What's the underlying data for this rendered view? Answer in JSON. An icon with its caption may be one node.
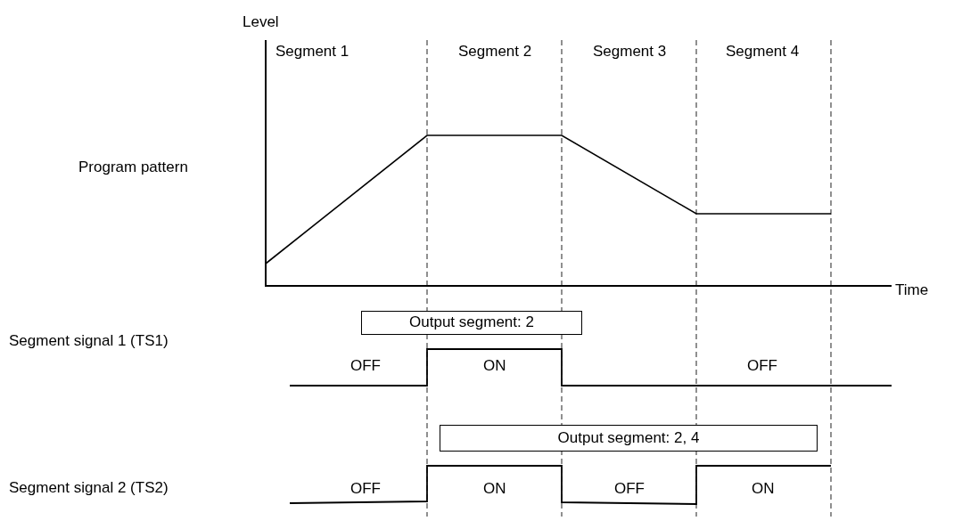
{
  "diagram": {
    "nodes": [
      {
        "text": [
          "Output segment: 2"
        ]
      },
      {
        "text": [
          "Output segment: 2, 4"
        ]
      }
    ],
    "edges": [],
    "labels": [
      "Level",
      "Segment 1",
      "Segment 2",
      "Segment 3",
      "Segment 4",
      "Program pattern",
      "Time",
      "Segment signal 1 (TS1)",
      "OFF",
      "ON",
      "OFF",
      "Segment signal 2 (TS2)",
      "OFF",
      "ON",
      "OFF",
      "ON"
    ]
  }
}
